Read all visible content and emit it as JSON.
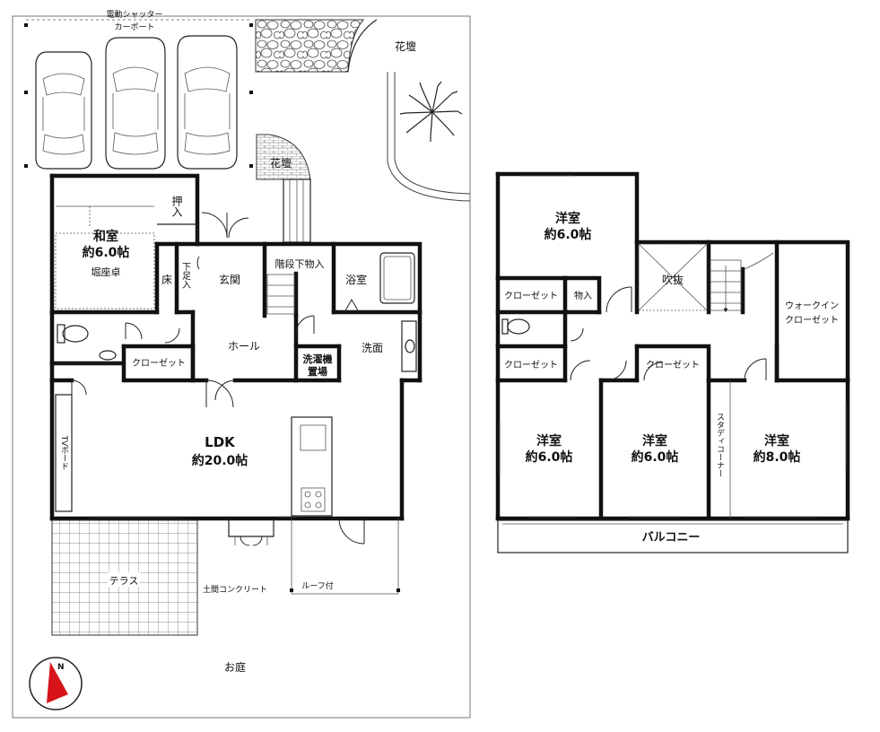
{
  "site": {
    "shutter_label": "電動シャッター",
    "carport_label": "カーポート",
    "flowerbed_top": "花壇",
    "flowerbed_entry": "花壇",
    "terrace": "テラス",
    "dirt_concrete": "土間コンクリート",
    "roof_attached": "ルーフ付",
    "garden": "お庭",
    "north_mark": "N"
  },
  "floor1": {
    "washitsu": "和室",
    "washitsu_size": "約6.0帖",
    "horigotatsu": "堀座卓",
    "oshiire": "押入",
    "toko": "床",
    "shitabako": "下足入",
    "genkan": "玄関",
    "stair_storage": "階段下物入",
    "bath": "浴室",
    "hall": "ホール",
    "closet": "クローゼット",
    "laundry_line1": "洗濯機",
    "laundry_line2": "置場",
    "washroom": "洗面",
    "ldk": "LDK",
    "ldk_size": "約20.0帖",
    "tv_board": "TVボード"
  },
  "floor2": {
    "room_top": "洋室",
    "room_top_size": "約6.0帖",
    "fukinuke": "吹抜",
    "closet_a": "クローゼット",
    "monoire": "物入",
    "closet_b": "クローゼット",
    "closet_c": "クローゼット",
    "walkin_line1": "ウォークイン",
    "walkin_line2": "クローゼット",
    "room_left": "洋室",
    "room_left_size": "約6.0帖",
    "room_mid": "洋室",
    "room_mid_size": "約6.0帖",
    "room_right": "洋室",
    "room_right_size": "約8.0帖",
    "study_corner": "スタディコーナー",
    "balcony": "バルコニー"
  }
}
